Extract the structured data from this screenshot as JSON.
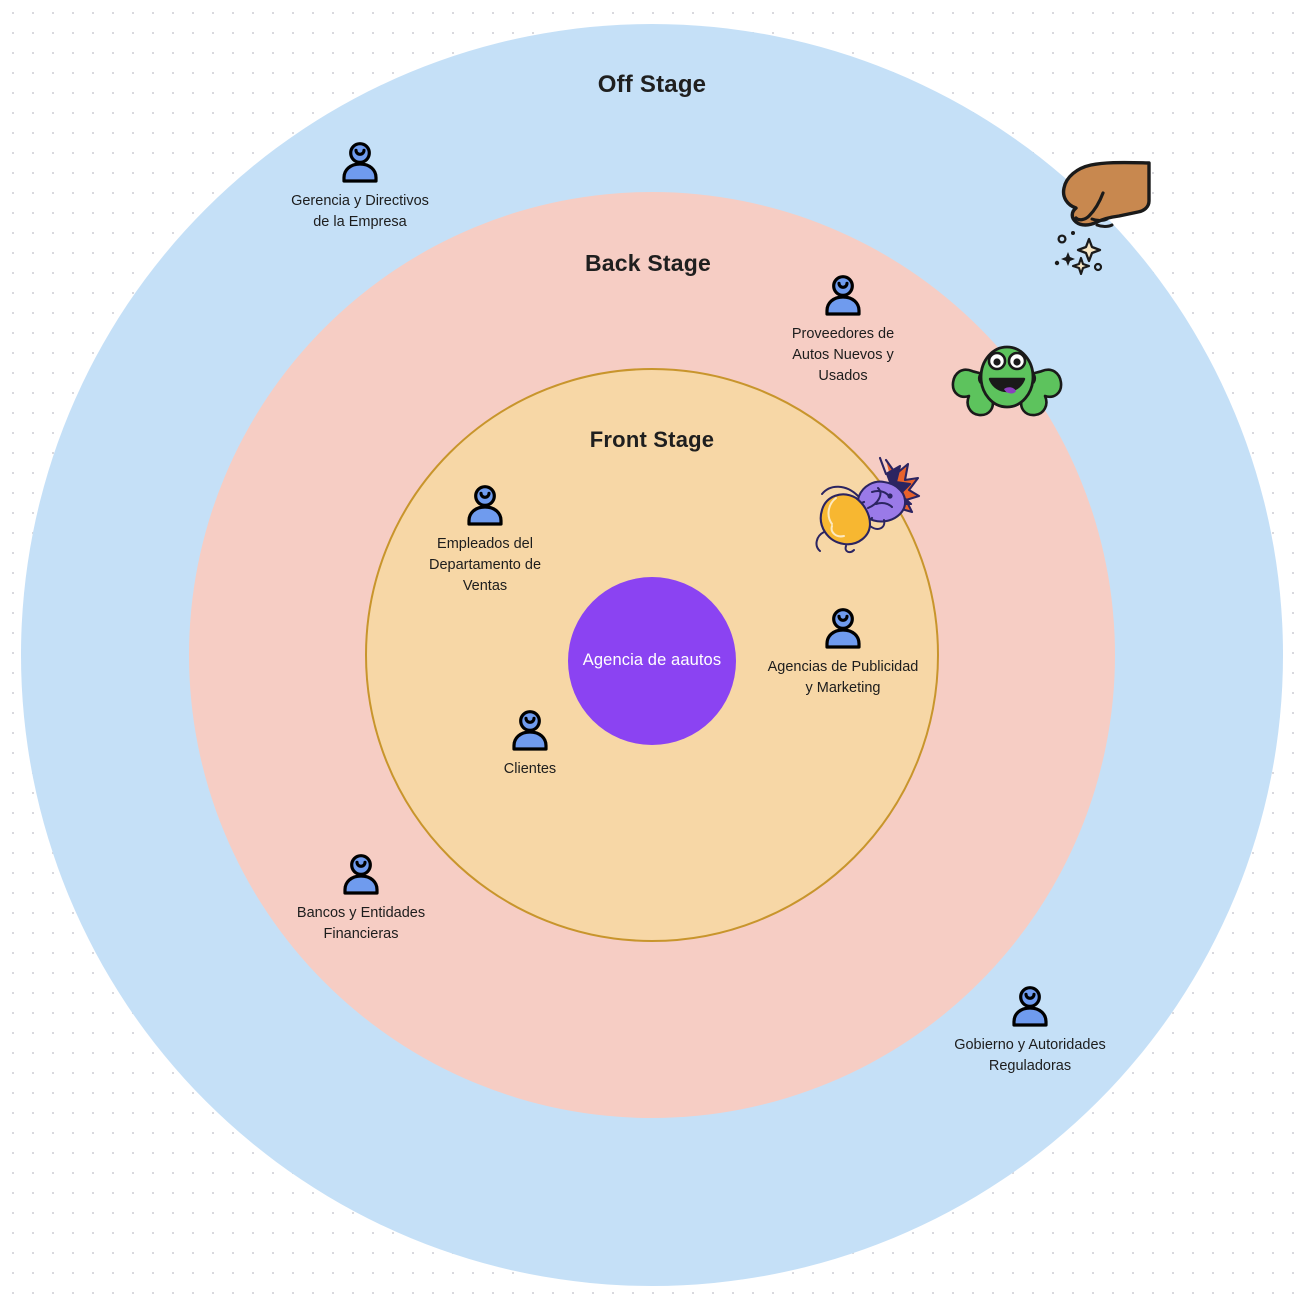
{
  "diagram": {
    "type": "stakeholder-map",
    "center": {
      "label": "Agencia de\naautos",
      "color": "#8b43f2",
      "text_color": "#ffffff"
    },
    "rings": [
      {
        "id": "off-stage",
        "title": "Off Stage",
        "color": "#c5e0f7",
        "border": "none"
      },
      {
        "id": "back-stage",
        "title": "Back Stage",
        "color": "#f6cdc4",
        "border": "none"
      },
      {
        "id": "front-stage",
        "title": "Front Stage",
        "color": "#f7d7a6",
        "border": "#c8952c"
      }
    ],
    "stakeholders": [
      {
        "id": "gerencia-directivos",
        "ring": "off-stage",
        "label": "Gerencia y Directivos\nde la Empresa",
        "icon": "person-icon"
      },
      {
        "id": "proveedores-autos",
        "ring": "back-stage",
        "label": "Proveedores de\nAutos Nuevos y\nUsados",
        "icon": "person-icon"
      },
      {
        "id": "empleados-ventas",
        "ring": "front-stage",
        "label": "Empleados del\nDepartamento de\nVentas",
        "icon": "person-icon"
      },
      {
        "id": "clientes",
        "ring": "front-stage",
        "label": "Clientes",
        "icon": "person-icon"
      },
      {
        "id": "agencias-publicidad",
        "ring": "front-stage",
        "label": "Agencias de Publicidad\ny Marketing",
        "icon": "person-icon"
      },
      {
        "id": "bancos-entidades",
        "ring": "back-stage",
        "label": "Bancos y Entidades\nFinancieras",
        "icon": "person-icon"
      },
      {
        "id": "gobierno-autoridades",
        "ring": "off-stage",
        "label": "Gobierno y Autoridades\nReguladoras",
        "icon": "person-icon"
      }
    ],
    "stickers": [
      {
        "id": "hand-sparkle",
        "icon": "hand-sparkle-sticker",
        "colors": {
          "skin": "#c8884f",
          "sparkle": "#f7e6c4"
        }
      },
      {
        "id": "green-frog",
        "icon": "green-frog-sticker",
        "colors": {
          "body": "#5dc35d",
          "tongue": "#8b3fbf"
        }
      },
      {
        "id": "fire-dragon",
        "icon": "fire-dragon-sticker",
        "colors": {
          "dragon": "#9a7ae8",
          "fire": "#f7b731",
          "accent": "#e8622b"
        }
      }
    ],
    "canvas": {
      "background": "#ffffff",
      "dot_color": "#d9d9de",
      "icon_fill": "#6f9bee",
      "icon_stroke": "#000000"
    }
  }
}
